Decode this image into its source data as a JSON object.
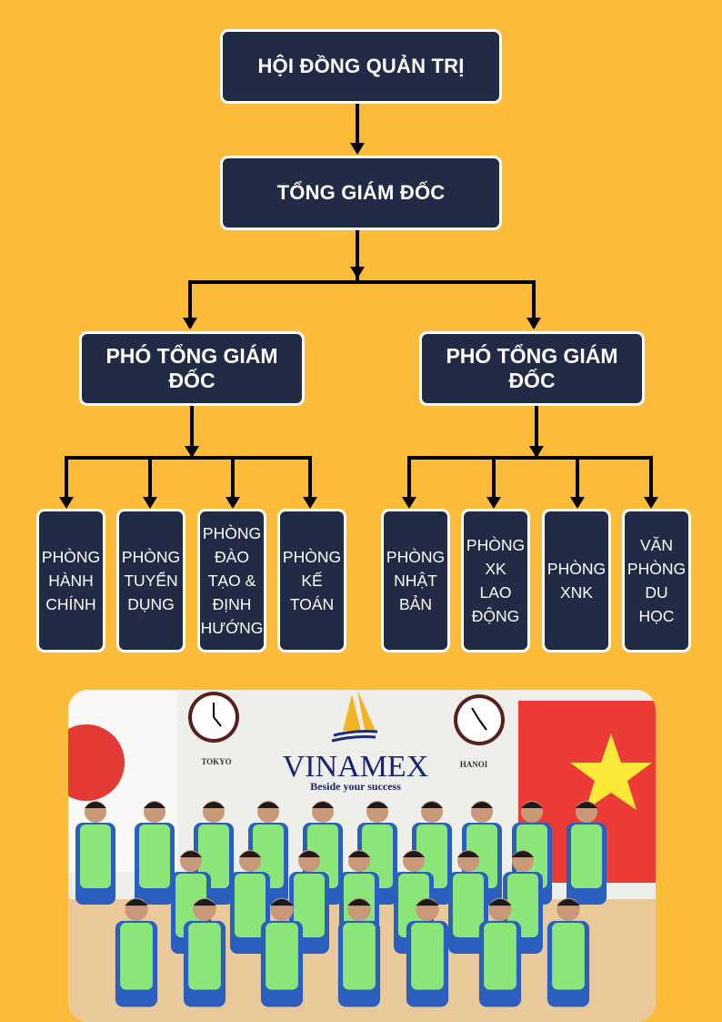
{
  "board": "HỘI ĐỒNG QUẢN TRỊ",
  "ceo": "TỔNG GIÁM ĐỐC",
  "deputies": [
    "PHÓ TỔNG GIÁM ĐỐC",
    "PHÓ TỔNG GIÁM ĐỐC"
  ],
  "departments_left": [
    {
      "lines": [
        "PHÒNG",
        "HÀNH",
        "CHÍNH"
      ]
    },
    {
      "lines": [
        "PHÒNG",
        "TUYỂN",
        "DỤNG"
      ]
    },
    {
      "lines": [
        "PHÒNG",
        "ĐÀO",
        "TẠO &",
        "ĐỊNH",
        "HƯỚNG"
      ]
    },
    {
      "lines": [
        "PHÒNG",
        "KẾ",
        "TOÁN"
      ]
    }
  ],
  "departments_right": [
    {
      "lines": [
        "PHÒNG",
        "NHẬT",
        "BẢN"
      ]
    },
    {
      "lines": [
        "PHÒNG",
        "XK",
        "LAO",
        "ĐỘNG"
      ]
    },
    {
      "lines": [
        "PHÒNG",
        "XNK"
      ]
    },
    {
      "lines": [
        "VĂN",
        "PHÒNG",
        "DU HỌC"
      ]
    }
  ],
  "photo": {
    "clock_left_label": "TOKYO",
    "clock_right_label": "HANOI",
    "logo_text": "VINAMEX",
    "logo_slogan": "Beside your success"
  },
  "colors": {
    "background": "#FDBB3A",
    "box": "#222B45",
    "vest": "#8BE67A"
  }
}
